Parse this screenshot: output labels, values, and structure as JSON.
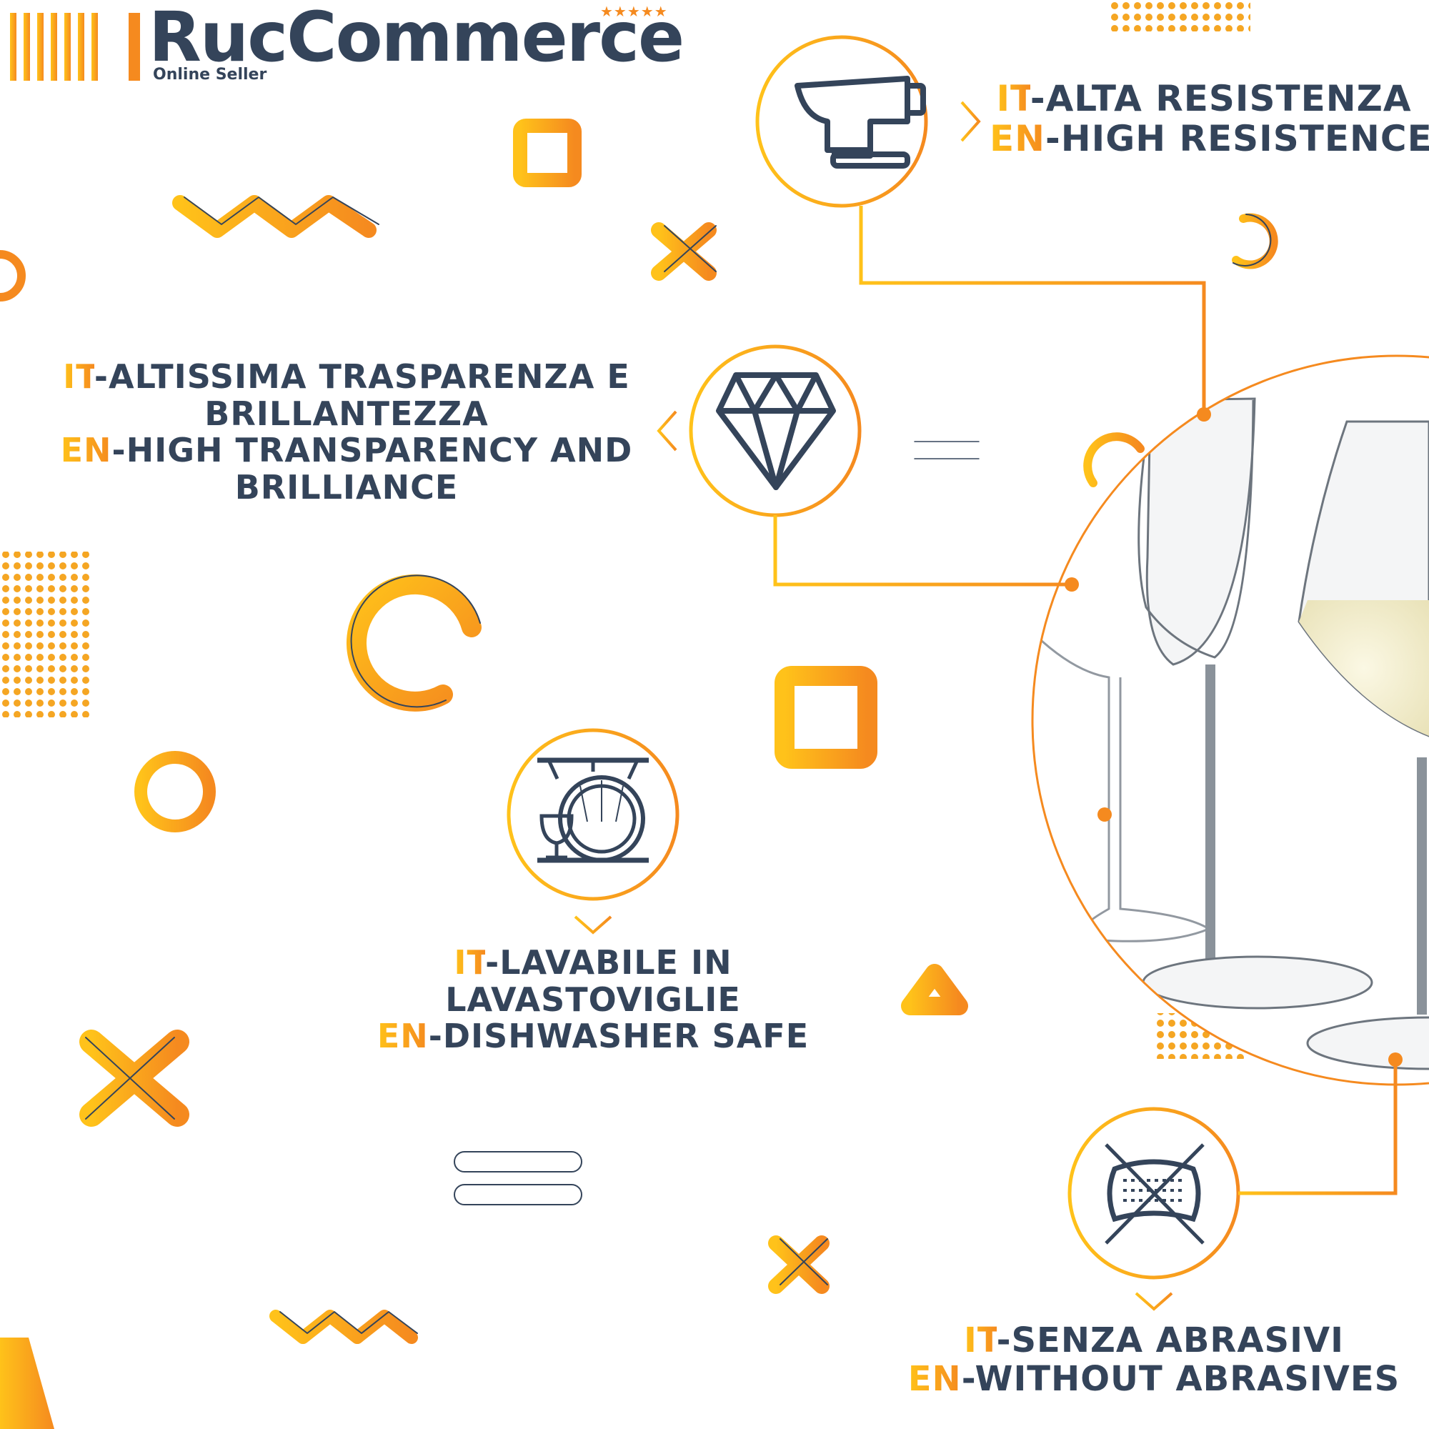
{
  "brand": {
    "name": "RucCommerce",
    "tagline": "Online Seller",
    "stars": "★★★★★"
  },
  "features": {
    "resistance": {
      "it_prefix": "IT",
      "it_text": "-ALTA RESISTENZA",
      "en_prefix": "EN",
      "en_text": "-HIGH RESISTENCE",
      "icon": "anvil-icon"
    },
    "transparency": {
      "it_prefix": "IT",
      "it_text_1": "-ALTISSIMA TRASPARENZA E",
      "it_text_2": "BRILLANTEZZA",
      "en_prefix": "EN",
      "en_text_1": "-HIGH TRANSPARENCY AND",
      "en_text_2": "BRILLIANCE",
      "icon": "diamond-icon"
    },
    "dishwasher": {
      "it_prefix": "IT",
      "it_text_1": "-LAVABILE IN",
      "it_text_2": "LAVASTOVIGLIE",
      "en_prefix": "EN",
      "en_text": "-DISHWASHER SAFE",
      "icon": "dishwasher-icon"
    },
    "abrasives": {
      "it_prefix": "IT",
      "it_text": "-SENZA ABRASIVI",
      "en_prefix": "EN",
      "en_text": "-WITHOUT ABRASIVES",
      "icon": "no-sponge-icon"
    }
  },
  "colors": {
    "accent_light": "#ffc21a",
    "accent_dark": "#f58a1f",
    "text": "#34445a"
  }
}
